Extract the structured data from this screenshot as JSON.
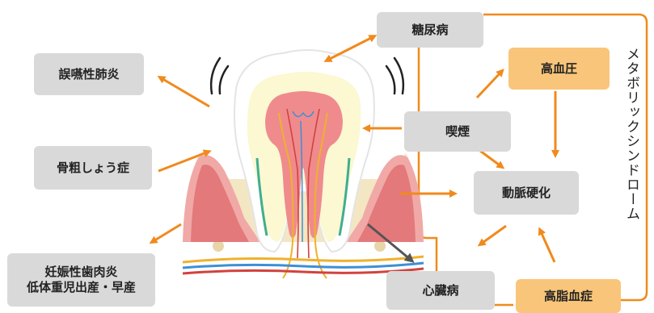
{
  "colors": {
    "arrow_orange": "#f08a1c",
    "arrow_grey": "#555555",
    "box_grey": "#d9d9d9",
    "box_orange": "#f9c57a",
    "frame": "#f08a1c"
  },
  "nodes": {
    "diabetes": "糖尿病",
    "aspiration_pneumonia": "誤嚥性肺炎",
    "osteoporosis": "骨粗しょう症",
    "pregnancy": "妊娠性歯肉炎\n低体重児出産・早産",
    "hypertension": "高血圧",
    "smoking": "喫煙",
    "arteriosclerosis": "動脈硬化",
    "heart_disease": "心臓病",
    "hyperlipidemia": "高脂血症"
  },
  "metabolic_syndrome_label": "メタボリックシンドローム",
  "icons": [
    "tooth-illustration",
    "vibration-lines-icon",
    "arrow-icon"
  ]
}
